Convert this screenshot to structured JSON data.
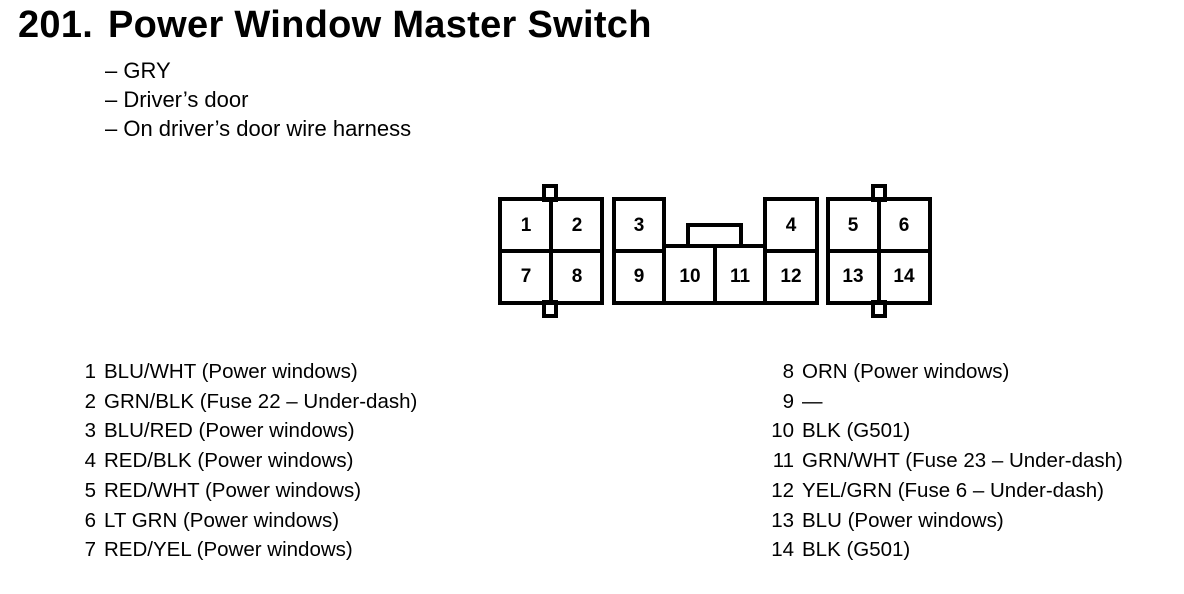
{
  "title": {
    "number": "201.",
    "text": "Power Window Master Switch"
  },
  "notes": [
    "– GRY",
    "– Driver’s door",
    "– On driver’s door wire harness"
  ],
  "connector": {
    "pins": [
      "1",
      "2",
      "3",
      "4",
      "5",
      "6",
      "7",
      "8",
      "9",
      "10",
      "11",
      "12",
      "13",
      "14"
    ]
  },
  "pin_list_left": [
    {
      "pin": "1",
      "desc": "BLU/WHT (Power windows)"
    },
    {
      "pin": "2",
      "desc": "GRN/BLK (Fuse 22 – Under-dash)"
    },
    {
      "pin": "3",
      "desc": "BLU/RED (Power windows)"
    },
    {
      "pin": "4",
      "desc": "RED/BLK (Power windows)"
    },
    {
      "pin": "5",
      "desc": "RED/WHT (Power windows)"
    },
    {
      "pin": "6",
      "desc": "LT GRN (Power windows)"
    },
    {
      "pin": "7",
      "desc": "RED/YEL (Power windows)"
    }
  ],
  "pin_list_right": [
    {
      "pin": "8",
      "desc": "ORN (Power windows)"
    },
    {
      "pin": "9",
      "desc": "—"
    },
    {
      "pin": "10",
      "desc": "BLK (G501)"
    },
    {
      "pin": "11",
      "desc": "GRN/WHT (Fuse 23 – Under-dash)"
    },
    {
      "pin": "12",
      "desc": "YEL/GRN (Fuse 6 – Under-dash)"
    },
    {
      "pin": "13",
      "desc": "BLU (Power windows)"
    },
    {
      "pin": "14",
      "desc": "BLK (G501)"
    }
  ]
}
